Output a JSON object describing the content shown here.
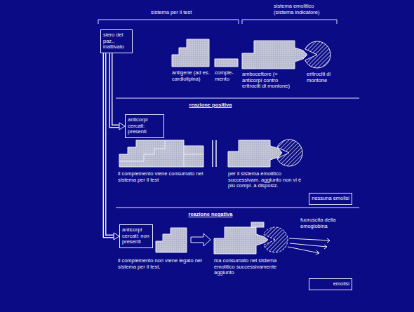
{
  "diagram": {
    "nodes": [
      {
        "text": [
          "siero del paz., inattivato"
        ]
      },
      {
        "text": [
          "anticorpi cercati: presenti"
        ]
      },
      {
        "text": [
          "nessuna emolisi"
        ]
      },
      {
        "text": [
          "anticorpi cercati: non presenti"
        ]
      },
      {
        "text": [
          "emolisi"
        ]
      }
    ],
    "edges": [
      {
        "from": 0,
        "to": 1,
        "arrow": "to"
      },
      {
        "from": 0,
        "to": 3,
        "arrow": "to"
      }
    ],
    "labels": [
      "sistema per il test",
      "sistema emolitico (sistema indicatore)",
      "antigene (ad es. cardiolipina)",
      "comple- mento",
      "ambocettore (= anticorpi contro eritrociti di montone)",
      "eritrociti di montone",
      "reazione positiva",
      "il complemento viene consumato nel sistema per il test",
      "per il sistema emolitico successivam. aggiunto non vi è più compl. a disposiz.",
      "reazione negativa",
      "il complemento non viene legato nel sistema per il test,",
      "fuoruscita della emoglobina",
      "ma consumato nel sistema emolitico successivamente aggiunto"
    ]
  }
}
